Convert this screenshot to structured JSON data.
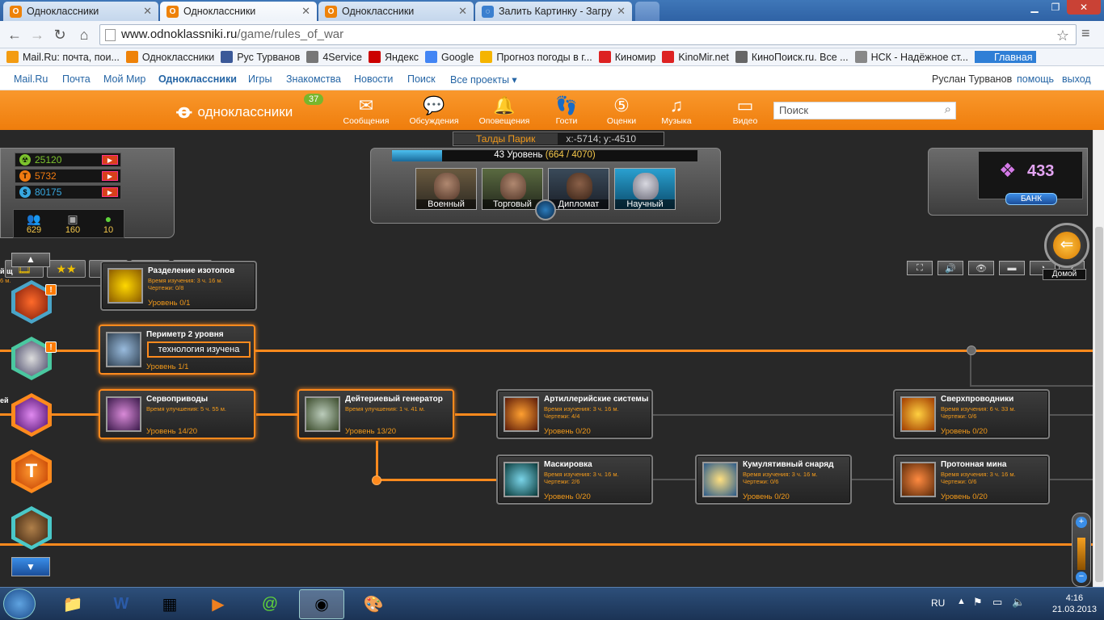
{
  "browser": {
    "tabs": [
      {
        "title": "Одноклассники",
        "active": false
      },
      {
        "title": "Одноклассники",
        "active": true
      },
      {
        "title": "Одноклассники",
        "active": false
      },
      {
        "title": "Залить Картинку - Загру",
        "active": false
      }
    ],
    "url_host": "www.odnoklassniki.ru",
    "url_path": "/game/rules_of_war",
    "bookmarks": [
      {
        "label": "Mail.Ru: почта, пои...",
        "color": "#f39c12"
      },
      {
        "label": "Одноклассники",
        "color": "#ee8208"
      },
      {
        "label": "Рус Турванов",
        "color": "#3b5998"
      },
      {
        "label": "4Service",
        "color": "#777777"
      },
      {
        "label": "Яндекс",
        "color": "#cc0000"
      },
      {
        "label": "Google",
        "color": "#4285f4"
      },
      {
        "label": "Прогноз погоды в г...",
        "color": "#f5b400"
      },
      {
        "label": "Киномир",
        "color": "#d22"
      },
      {
        "label": "KinoMir.net",
        "color": "#d22"
      },
      {
        "label": "КиноПоиск.ru. Все ...",
        "color": "#666"
      },
      {
        "label": "НСК - Надёжное ст...",
        "color": "#888"
      },
      {
        "label": "Главная",
        "color": "#2f7fd6"
      }
    ]
  },
  "ok_top": {
    "links": [
      "Mail.Ru",
      "Почта",
      "Мой Мир",
      "Одноклассники",
      "Игры",
      "Знакомства",
      "Новости",
      "Поиск",
      "Все проекты ▾"
    ],
    "user": "Руслан Турванов",
    "help": "помощь",
    "logout": "выход"
  },
  "ok_header": {
    "logo": "одноклассники",
    "badge": "37",
    "nav": [
      {
        "label": "Сообщения",
        "icon": "envelope-icon"
      },
      {
        "label": "Обсуждения",
        "icon": "chat-icon"
      },
      {
        "label": "Оповещения",
        "icon": "bell-icon"
      },
      {
        "label": "Гости",
        "icon": "footprints-icon"
      },
      {
        "label": "Оценки",
        "icon": "rating-icon"
      },
      {
        "label": "Музыка",
        "icon": "music-icon"
      },
      {
        "label": "Видео",
        "icon": "video-icon"
      }
    ],
    "search_placeholder": "Поиск"
  },
  "game": {
    "location": "Талды Парик",
    "coords": "x:-5714; y:-4510",
    "level_text": "43 Уровень",
    "xp": "(664 / 4070)",
    "xp_fraction": 0.163,
    "resources": [
      {
        "value": "25120",
        "color": "#7cc32d",
        "icon": "uranium-icon"
      },
      {
        "value": "5732",
        "color": "#f07a10",
        "icon": "titanium-icon"
      },
      {
        "value": "80175",
        "color": "#38a8e0",
        "icon": "credits-icon"
      }
    ],
    "stats": [
      {
        "value": "629",
        "icon": "population-icon"
      },
      {
        "value": "160",
        "icon": "cube-icon"
      },
      {
        "value": "10",
        "icon": "energy-icon"
      }
    ],
    "advisors": [
      "Военный",
      "Торговый",
      "Дипломат",
      "Научный"
    ],
    "crystals": "433",
    "bank": "БАНК",
    "home": "Домой",
    "left_partial_label": "й щ",
    "left_partial_label2": "ей",
    "left_partial_time": "6 м.",
    "techs": [
      {
        "id": "isotope",
        "title": "Разделение изотопов",
        "line1": "Время изучения: 3 ч. 16 м.",
        "line2": "Чертежи: 0/8",
        "level": "Уровень 0/1"
      },
      {
        "id": "perimeter",
        "title": "Периметр 2 уровня",
        "status": "технология изучена",
        "level": "Уровень 1/1"
      },
      {
        "id": "servo",
        "title": "Сервоприводы",
        "line1": "Время улучшения: 5 ч. 55 м.",
        "level": "Уровень 14/20"
      },
      {
        "id": "deuterium",
        "title": "Дейтериевый генератор",
        "line1": "Время улучшения: 1 ч. 41 м.",
        "level": "Уровень 13/20"
      },
      {
        "id": "artillery",
        "title": "Артиллерийские системы",
        "line1": "Время изучения: 3 ч. 16 м.",
        "line2": "Чертежи: 4/4",
        "level": "Уровень 0/20"
      },
      {
        "id": "superconductors",
        "title": "Сверхпроводники",
        "line1": "Время изучения: 6 ч. 33 м.",
        "line2": "Чертежи: 0/6",
        "level": "Уровень 0/20"
      },
      {
        "id": "camouflage",
        "title": "Маскировка",
        "line1": "Время изучения: 3 ч. 16 м.",
        "line2": "Чертежи: 2/6",
        "level": "Уровень 0/20"
      },
      {
        "id": "cumulative",
        "title": "Кумулятивный снаряд",
        "line1": "Время изучения: 3 ч. 16 м.",
        "line2": "Чертежи: 0/6",
        "level": "Уровень 0/20"
      },
      {
        "id": "proton",
        "title": "Протонная мина",
        "line1": "Время изучения: 3 ч. 16 м.",
        "line2": "Чертежи: 0/6",
        "level": "Уровень 0/20"
      }
    ]
  },
  "taskbar": {
    "lang": "RU",
    "time": "4:16",
    "date": "21.03.2013"
  }
}
